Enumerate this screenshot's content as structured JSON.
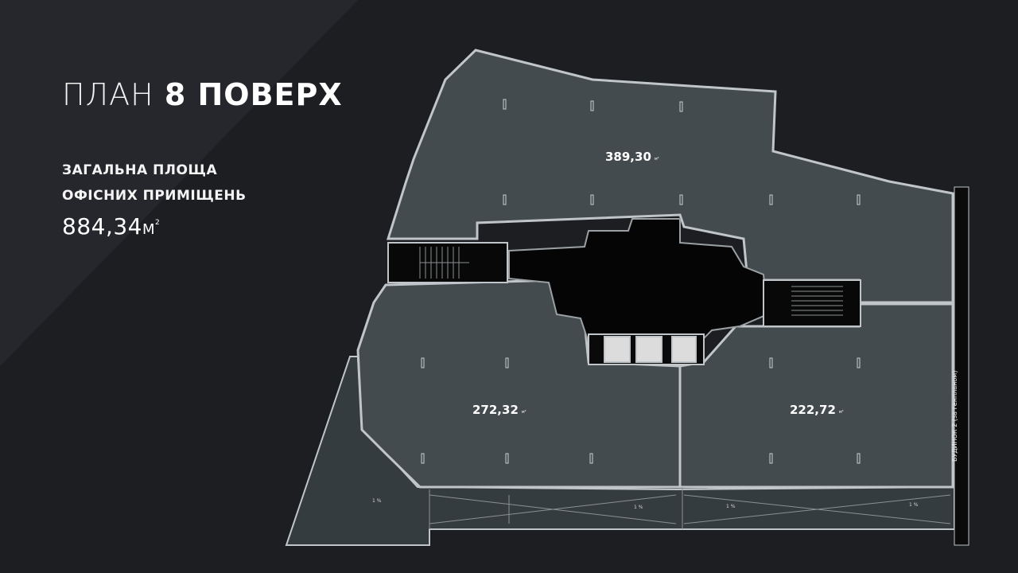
{
  "heading": {
    "prefix": "ПЛАН",
    "emphasis": "8 ПОВЕРХ"
  },
  "summary": {
    "line1": "ЗАГАЛЬНА ПЛОЩА",
    "line2": "ОФІСНИХ ПРИМІЩЕНЬ",
    "total_value": "884,34",
    "total_unit": "М",
    "total_unit_sup": "2"
  },
  "areas": [
    {
      "value": "389,30",
      "unit": "м²"
    },
    {
      "value": "272,32",
      "unit": "м²"
    },
    {
      "value": "222,72",
      "unit": "м²"
    }
  ],
  "side_label": "БУДИНОК 2 (за генпланом)",
  "slopes": [
    "1 %",
    "1 %",
    "1 %",
    "1 %"
  ],
  "colors": {
    "background": "#1d1e22",
    "floor": "#434b4f",
    "core": "#050505",
    "wall": "#bfc5c8"
  }
}
